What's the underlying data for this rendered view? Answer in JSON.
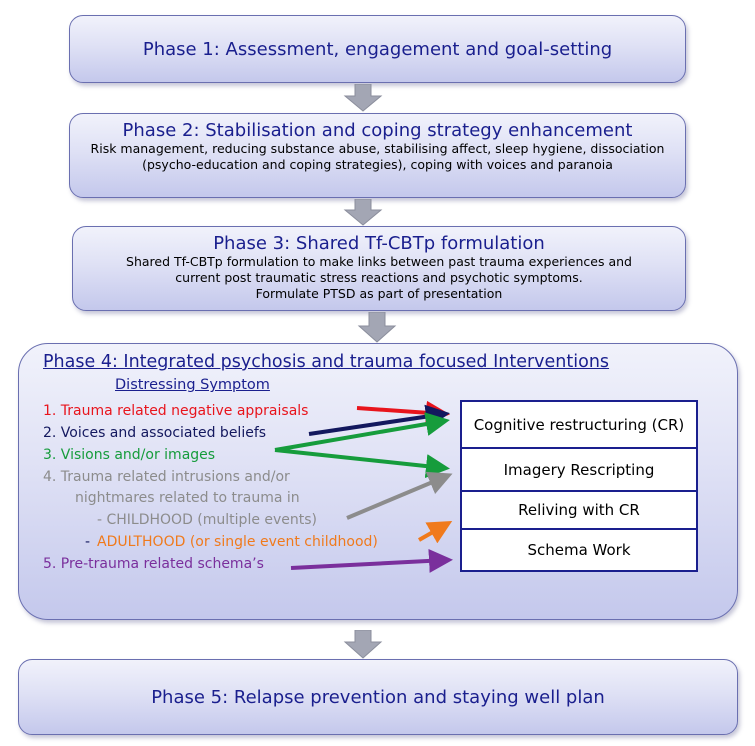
{
  "phase1": {
    "title": "Phase 1: Assessment, engagement and goal-setting"
  },
  "phase2": {
    "title": "Phase 2:  Stabilisation and coping strategy enhancement",
    "lines": [
      "Risk management, reducing substance abuse, stabilising affect, sleep hygiene, dissociation",
      "(psycho-education and coping strategies), coping with voices and paranoia"
    ]
  },
  "phase3": {
    "title": "Phase 3:  Shared Tf-CBTp formulation",
    "lines": [
      "Shared Tf-CBTp formulation to make links between past trauma experiences and",
      "current post traumatic stress reactions and psychotic symptoms.",
      "Formulate PTSD as part of presentation"
    ]
  },
  "phase4": {
    "title": "Phase 4:  Integrated psychosis and trauma focused Interventions",
    "subtitle": "Distressing Symptom",
    "symptoms": [
      {
        "text": "1.  Trauma related negative appraisals",
        "color": "#e8141c"
      },
      {
        "text": "2.  Voices and associated beliefs",
        "color": "#13185e"
      },
      {
        "text": "3.  Visions and/or images",
        "color": "#169c3c"
      },
      {
        "text": "4.  Trauma related intrusions and/or",
        "color": "#8c8c8c"
      },
      {
        "text": "nightmares related to trauma in",
        "color": "#8c8c8c"
      },
      {
        "text": "- CHILDHOOD (multiple events)",
        "color": "#8c8c8c"
      },
      {
        "text": "- ",
        "color": "#13185e"
      },
      {
        "text": "ADULTHOOD (or single event childhood)",
        "color": "#f07a1c"
      },
      {
        "text": "5. Pre-trauma related schema’s",
        "color": "#7a2f9c"
      }
    ],
    "interventions": [
      "Cognitive restructuring (CR)",
      "Imagery Rescripting",
      "Reliving with CR",
      "Schema Work"
    ]
  },
  "phase5": {
    "title": "Phase 5: Relapse prevention and staying well plan"
  },
  "colors": {
    "title_blue": "#1a1f8e",
    "red": "#e8141c",
    "navy": "#13185e",
    "green": "#169c3c",
    "grey": "#8c8c8c",
    "orange": "#f07a1c",
    "purple": "#7a2f9c",
    "down_arrow": "#a3a6b4"
  }
}
